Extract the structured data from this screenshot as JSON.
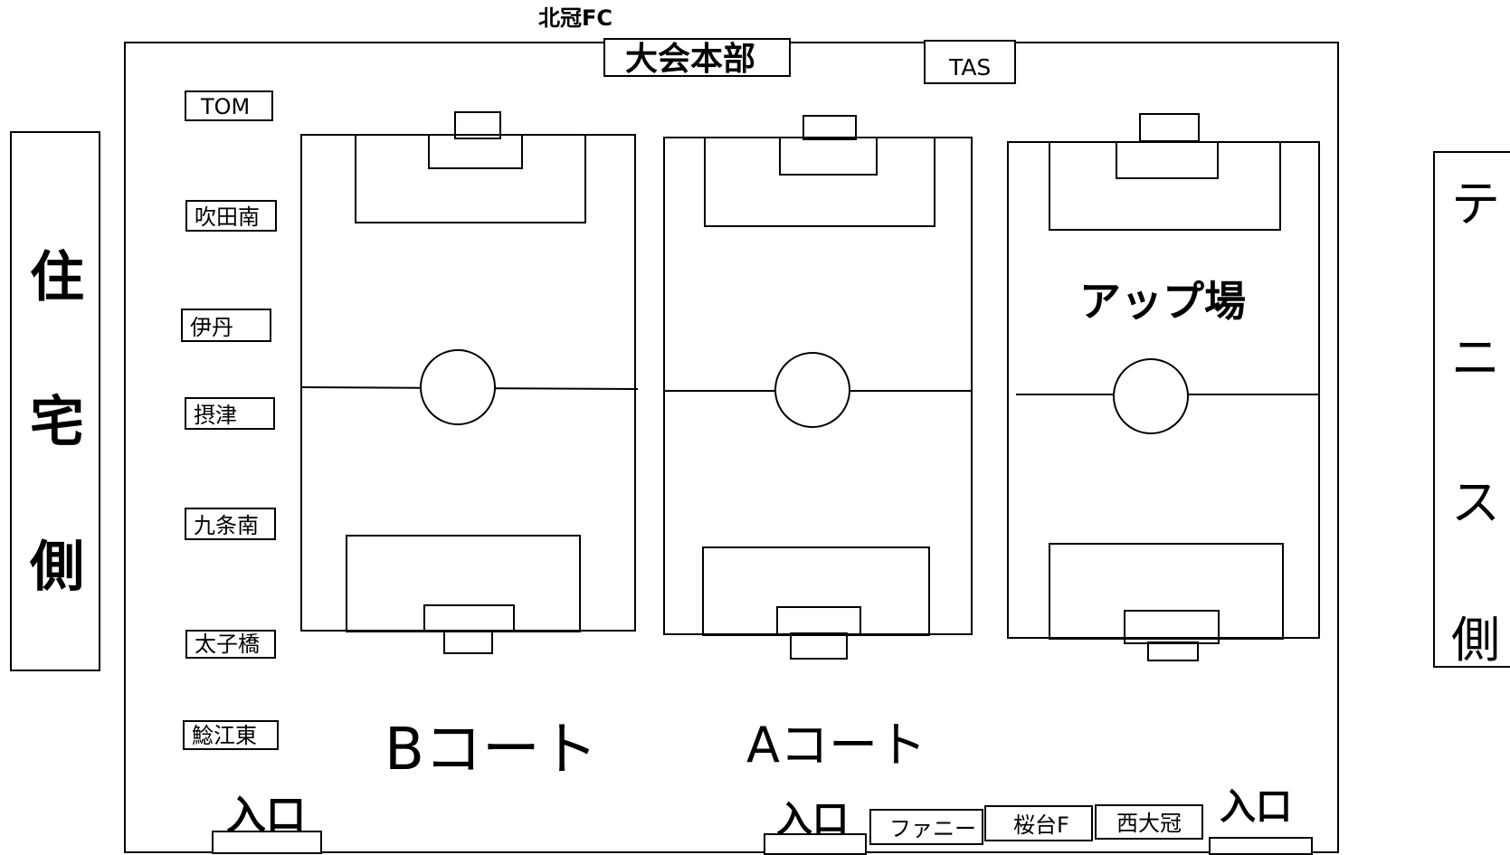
{
  "top": {
    "sponsor": "北冠FC",
    "hq": "大会本部",
    "tas": "TAS"
  },
  "left_side": {
    "chars": [
      "住",
      "宅",
      "側"
    ]
  },
  "right_side": {
    "chars": [
      "テ",
      "ニ",
      "ス",
      "側"
    ]
  },
  "teams": [
    "TOM",
    "吹田南",
    "伊丹",
    "摂津",
    "九条南",
    "太子橋",
    "鯰江東"
  ],
  "courts": {
    "b": "Bコート",
    "a": "Aコート",
    "warmup": "アップ場"
  },
  "bottom": {
    "entrance": "入口",
    "tents": [
      "ファニー",
      "桜台F",
      "西大冠"
    ]
  }
}
